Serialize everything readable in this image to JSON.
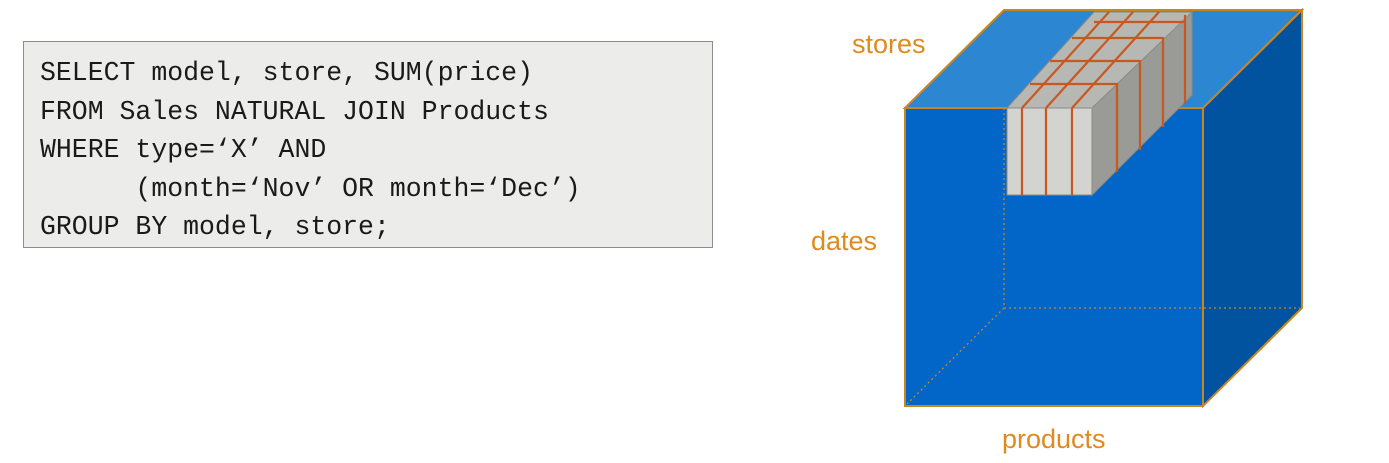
{
  "query": {
    "lines": [
      "SELECT model, store, SUM(price)",
      "FROM Sales NATURAL JOIN Products",
      "WHERE type=‘X’ AND",
      "      (month=‘Nov’ OR month=‘Dec’)",
      "GROUP BY model, store;"
    ]
  },
  "cube": {
    "labels": {
      "top": "stores",
      "left": "dates",
      "bottom": "products"
    },
    "colors": {
      "front": "#0166c8",
      "top": "#2d86d2",
      "side": "#0153a0",
      "edge": "#c9861f",
      "slice_front": "#d3d3cf",
      "slice_top": "#b7b7b3",
      "slice_side": "#9a9a97",
      "slice_lines": "#c95820",
      "label": "#e08a1e"
    }
  }
}
